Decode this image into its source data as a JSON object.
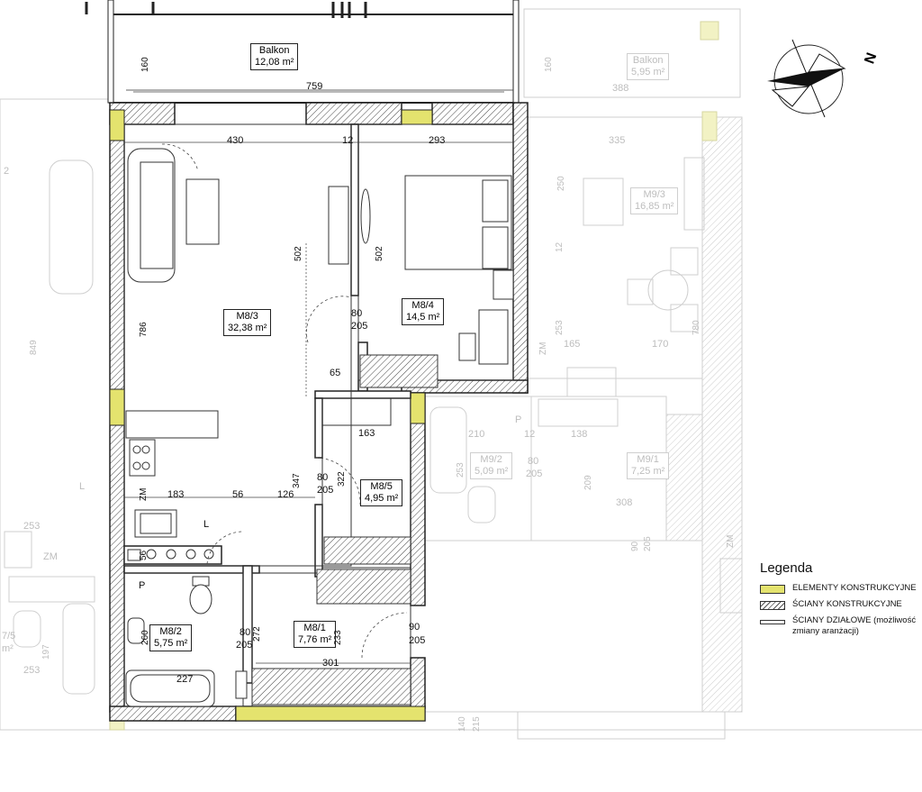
{
  "rooms": {
    "balkon_main": {
      "name": "Balkon",
      "area": "12,08 m²"
    },
    "balkon_ghost": {
      "name": "Balkon",
      "area": "5,95 m²"
    },
    "m8_3": {
      "name": "M8/3",
      "area": "32,38 m²"
    },
    "m8_4": {
      "name": "M8/4",
      "area": "14,5 m²"
    },
    "m8_5": {
      "name": "M8/5",
      "area": "4,95 m²"
    },
    "m8_2": {
      "name": "M8/2",
      "area": "5,75 m²"
    },
    "m8_1": {
      "name": "M8/1",
      "area": "7,76 m²"
    },
    "m9_3": {
      "name": "M9/3",
      "area": "16,85 m²"
    },
    "m9_2": {
      "name": "M9/2",
      "area": "5,09 m²"
    },
    "m9_1": {
      "name": "M9/1",
      "area": "7,25 m²"
    },
    "ghost_left": {
      "name": "7/5",
      "area": "m²"
    }
  },
  "dimensions": {
    "d160a": "160",
    "d759": "759",
    "d160b": "160",
    "d388": "388",
    "d430": "430",
    "d12a": "12",
    "d293": "293",
    "d335": "335",
    "d250": "250",
    "d12b": "12",
    "d502a": "502",
    "d502b": "502",
    "d786": "786",
    "d849": "849",
    "d80a": "80",
    "d205a": "205",
    "d65": "65",
    "d163": "163",
    "d347": "347",
    "d80b": "80",
    "d205b": "205",
    "d322": "322",
    "d183": "183",
    "d56a": "56",
    "d126": "126",
    "d56b": "56",
    "d260": "260",
    "d80c": "80",
    "d205c": "205",
    "d272": "272",
    "d233": "233",
    "d90a": "90",
    "d205d": "205",
    "d227": "227",
    "d301": "301",
    "d140": "140",
    "d215": "215",
    "d253a": "253",
    "d165": "165",
    "d170": "170",
    "d780": "780",
    "d210": "210",
    "d12c": "12",
    "d138": "138",
    "d253b": "253",
    "d80d": "80",
    "d205e": "205",
    "d209": "209",
    "d308": "308",
    "d90b": "90",
    "d205f": "205",
    "d253c": "253",
    "d197": "197",
    "d253d": "253",
    "d2": "2"
  },
  "markers": {
    "zm1": "ZM",
    "zm2": "ZM",
    "zm3": "ZM",
    "zm4": "ZM",
    "p1": "P",
    "p2": "P",
    "l1": "L",
    "l2": "L"
  },
  "compass": {
    "north_label": "N"
  },
  "legend": {
    "title": "Legenda",
    "items": [
      {
        "label": "ELEMENTY KONSTRUKCYJNE"
      },
      {
        "label": "ŚCIANY KONSTRUKCYJNE"
      },
      {
        "label": "ŚCIANY DZIAŁOWE (możliwość zmiany aranżacji)"
      }
    ]
  },
  "colors": {
    "structural": "#e4e36e",
    "wall": "#222222",
    "ghost": "#bdbdbd"
  }
}
